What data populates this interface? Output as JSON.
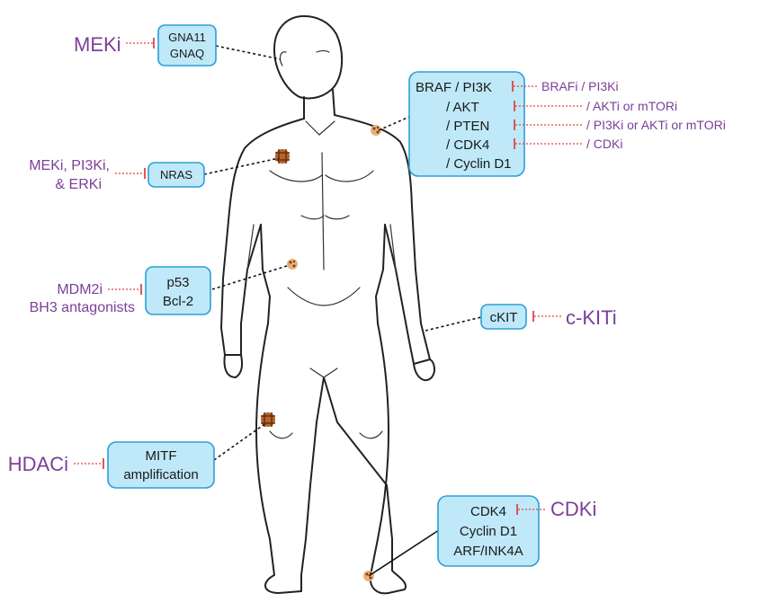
{
  "targets": {
    "gna": [
      "GNA11",
      "GNAQ"
    ],
    "braf": [
      "BRAF / PI3K",
      "/ AKT",
      "/ PTEN",
      "/ CDK4",
      "/ Cyclin D1"
    ],
    "nras": "NRAS",
    "p53": [
      "p53",
      "Bcl-2"
    ],
    "ckit": "cKIT",
    "mitf": [
      "MITF",
      "amplification"
    ],
    "cdk4": [
      "CDK4",
      "Cyclin D1",
      "ARF/INK4A"
    ]
  },
  "inhibitors": {
    "meki": "MEKi",
    "nras": [
      "MEKi, PI3Ki,",
      "& ERKi"
    ],
    "p53": [
      "MDM2i",
      "BH3 antagonists"
    ],
    "ckit": "c-KITi",
    "hdaci": "HDACi",
    "cdki": "CDKi",
    "braf": [
      "BRAFi / PI3Ki",
      "/ AKTi or mTORi",
      "/ PI3Ki or AKTi or mTORi",
      "/ CDKi"
    ]
  },
  "colors": {
    "box_fill": "#bfe8f8",
    "box_stroke": "#2b9fd8",
    "drug_text": "#7b3f98",
    "inhibitor_line": "#e04545",
    "lesion": "#b5652a"
  }
}
